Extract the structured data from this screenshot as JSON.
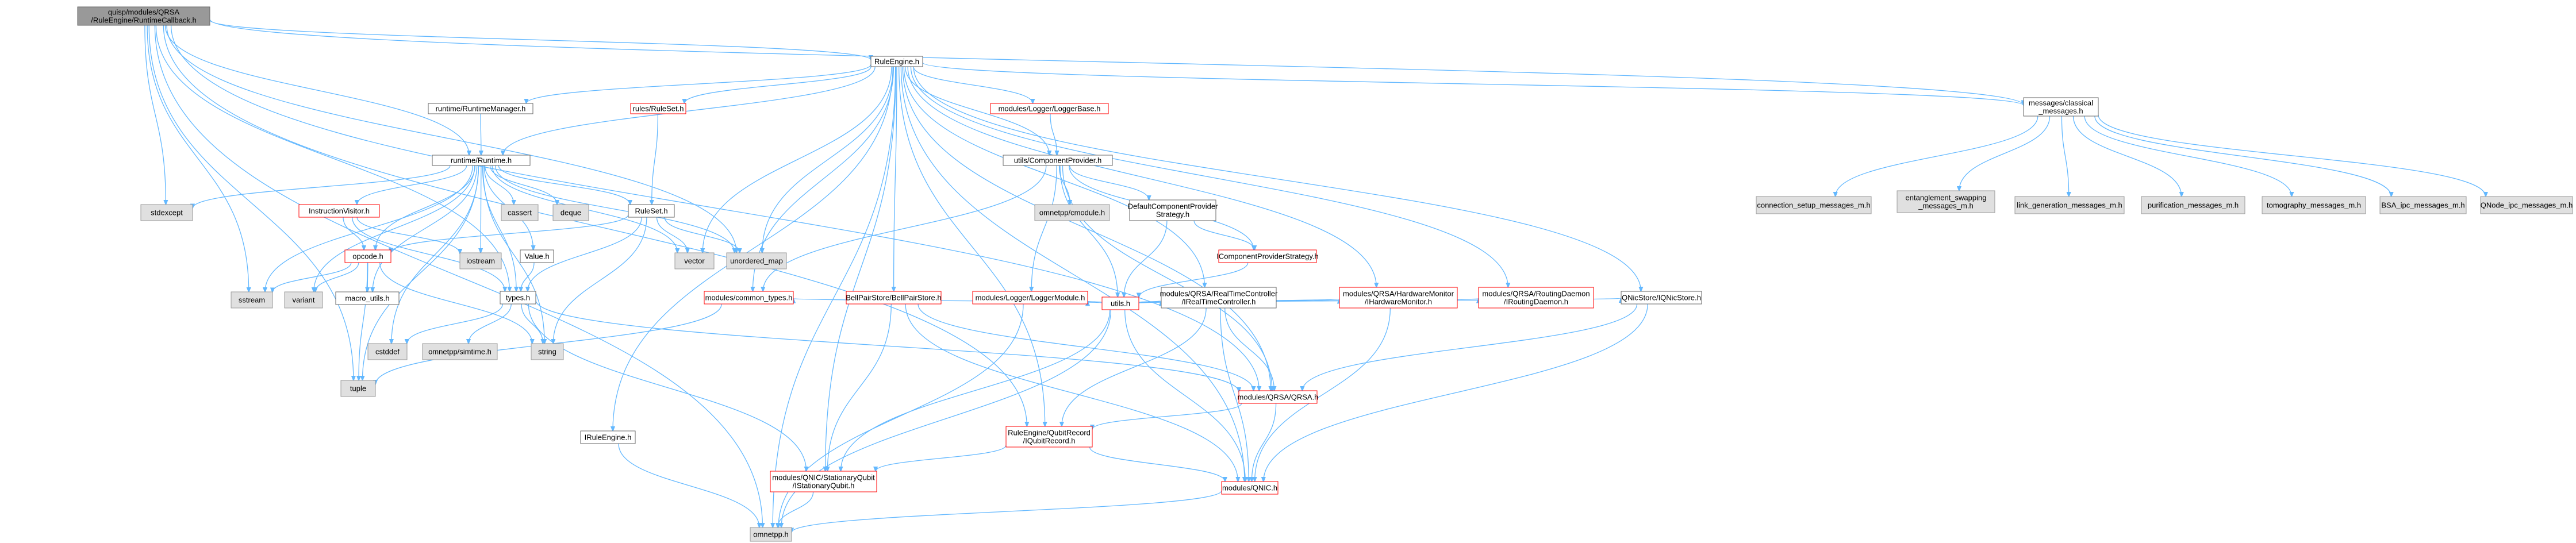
{
  "graph": {
    "colors": {
      "edge": "#63b8ff",
      "root_fill": "#999999",
      "system_fill": "#e0e0e0",
      "node_border": "#666666",
      "missing_border": "#ff0000"
    },
    "nodes": [
      {
        "id": "root",
        "kind": "root",
        "lines": [
          "quisp/modules/QRSA",
          "/RuleEngine/RuntimeCallback.h"
        ]
      },
      {
        "id": "ruleengine",
        "kind": "plain",
        "lines": [
          "RuleEngine.h"
        ]
      },
      {
        "id": "msgclassical",
        "kind": "plain",
        "lines": [
          "messages/classical",
          "_messages.h"
        ]
      },
      {
        "id": "runtimemanager",
        "kind": "plain",
        "lines": [
          "runtime/RuntimeManager.h"
        ]
      },
      {
        "id": "rulesruleset",
        "kind": "red",
        "lines": [
          "rules/RuleSet.h"
        ]
      },
      {
        "id": "loggerbase",
        "kind": "red",
        "lines": [
          "modules/Logger/LoggerBase.h"
        ]
      },
      {
        "id": "runtime",
        "kind": "plain",
        "lines": [
          "runtime/Runtime.h"
        ]
      },
      {
        "id": "compprovider",
        "kind": "plain",
        "lines": [
          "utils/ComponentProvider.h"
        ]
      },
      {
        "id": "connsetup",
        "kind": "sys",
        "lines": [
          "connection_setup_messages_m.h"
        ]
      },
      {
        "id": "entswap",
        "kind": "sys",
        "lines": [
          "entanglement_swapping",
          "_messages_m.h"
        ]
      },
      {
        "id": "linkgen",
        "kind": "sys",
        "lines": [
          "link_generation_messages_m.h"
        ]
      },
      {
        "id": "purif",
        "kind": "sys",
        "lines": [
          "purification_messages_m.h"
        ]
      },
      {
        "id": "tomo",
        "kind": "sys",
        "lines": [
          "tomography_messages_m.h"
        ]
      },
      {
        "id": "bsa",
        "kind": "sys",
        "lines": [
          "BSA_ipc_messages_m.h"
        ]
      },
      {
        "id": "qnodeipc",
        "kind": "sys",
        "lines": [
          "QNode_ipc_messages_m.h"
        ]
      },
      {
        "id": "stdexcept",
        "kind": "sys",
        "lines": [
          "stdexcept"
        ]
      },
      {
        "id": "instrvisitor",
        "kind": "red",
        "lines": [
          "InstructionVisitor.h"
        ]
      },
      {
        "id": "cassert",
        "kind": "sys",
        "lines": [
          "cassert"
        ]
      },
      {
        "id": "deque",
        "kind": "sys",
        "lines": [
          "deque"
        ]
      },
      {
        "id": "ruleset",
        "kind": "plain",
        "lines": [
          "RuleSet.h"
        ]
      },
      {
        "id": "omnetppmodule",
        "kind": "sys",
        "lines": [
          "omnetpp/cmodule.h"
        ]
      },
      {
        "id": "defcompstrat",
        "kind": "plain",
        "lines": [
          "DefaultComponentProvider",
          "Strategy.h"
        ]
      },
      {
        "id": "icompstrat",
        "kind": "red",
        "lines": [
          "IComponentProviderStrategy.h"
        ]
      },
      {
        "id": "iostream",
        "kind": "sys",
        "lines": [
          "iostream"
        ]
      },
      {
        "id": "value",
        "kind": "plain",
        "lines": [
          "Value.h"
        ]
      },
      {
        "id": "vector",
        "kind": "sys",
        "lines": [
          "vector"
        ]
      },
      {
        "id": "unorderedmap",
        "kind": "sys",
        "lines": [
          "unordered_map"
        ]
      },
      {
        "id": "opcode",
        "kind": "red",
        "lines": [
          "opcode.h"
        ]
      },
      {
        "id": "sstream",
        "kind": "sys",
        "lines": [
          "sstream"
        ]
      },
      {
        "id": "variant",
        "kind": "sys",
        "lines": [
          "variant"
        ]
      },
      {
        "id": "macroutils",
        "kind": "plain",
        "lines": [
          "macro_utils.h"
        ]
      },
      {
        "id": "types",
        "kind": "plain",
        "lines": [
          "types.h"
        ]
      },
      {
        "id": "utils",
        "kind": "red",
        "lines": [
          "utils.h"
        ]
      },
      {
        "id": "cstddef",
        "kind": "sys",
        "lines": [
          "cstddef"
        ]
      },
      {
        "id": "simtime",
        "kind": "sys",
        "lines": [
          "omnetpp/simtime.h"
        ]
      },
      {
        "id": "string",
        "kind": "sys",
        "lines": [
          "string"
        ]
      },
      {
        "id": "commontypes",
        "kind": "red",
        "lines": [
          "modules/common_types.h"
        ]
      },
      {
        "id": "bellpair",
        "kind": "red",
        "lines": [
          "BellPairStore/BellPairStore.h"
        ]
      },
      {
        "id": "loggermodule",
        "kind": "red",
        "lines": [
          "modules/Logger/LoggerModule.h"
        ]
      },
      {
        "id": "realtime",
        "kind": "plain",
        "lines": [
          "modules/QRSA/RealTimeController",
          "/IRealTimeController.h"
        ]
      },
      {
        "id": "hwmonitor",
        "kind": "red",
        "lines": [
          "modules/QRSA/HardwareMonitor",
          "/IHardwareMonitor.h"
        ]
      },
      {
        "id": "routingdaemon",
        "kind": "red",
        "lines": [
          "modules/QRSA/RoutingDaemon",
          "/IRoutingDaemon.h"
        ]
      },
      {
        "id": "qnicstore",
        "kind": "plain",
        "lines": [
          "QNicStore/IQNicStore.h"
        ]
      },
      {
        "id": "tuple",
        "kind": "sys",
        "lines": [
          "tuple"
        ]
      },
      {
        "id": "qrsa",
        "kind": "red",
        "lines": [
          "modules/QRSA/QRSA.h"
        ]
      },
      {
        "id": "qubitrecord",
        "kind": "red",
        "lines": [
          "RuleEngine/QubitRecord",
          "/IQubitRecord.h"
        ]
      },
      {
        "id": "iruleengine",
        "kind": "plain",
        "lines": [
          "IRuleEngine.h"
        ]
      },
      {
        "id": "stationary",
        "kind": "red",
        "lines": [
          "modules/QNIC/StationaryQubit",
          "/IStationaryQubit.h"
        ]
      },
      {
        "id": "qnic",
        "kind": "red",
        "lines": [
          "modules/QNIC.h"
        ]
      },
      {
        "id": "omnetpp",
        "kind": "sys",
        "lines": [
          "omnetpp.h"
        ]
      }
    ]
  }
}
